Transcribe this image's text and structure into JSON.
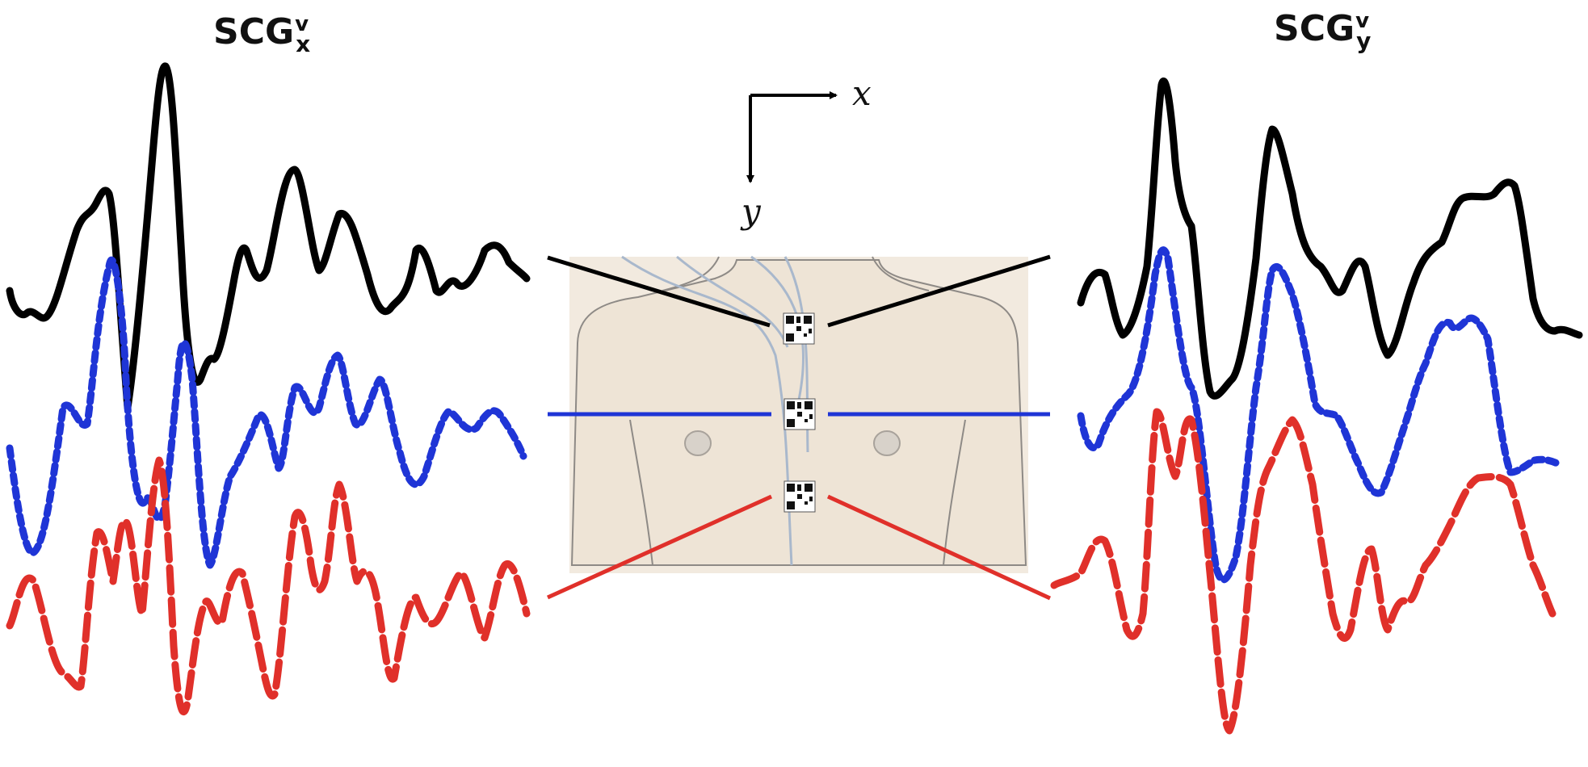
{
  "titles": {
    "left": {
      "base": "SCG",
      "sup": "v",
      "sub": "x"
    },
    "right": {
      "base": "SCG",
      "sup": "v",
      "sub": "y"
    }
  },
  "axes": {
    "x_label": "x",
    "y_label": "y"
  },
  "colors": {
    "top_sensor": "#000000",
    "middle_sensor": "#1f35d6",
    "bottom_sensor": "#e0302a",
    "skin": "#f2eadf",
    "outline": "#8e8a86",
    "wire": "#a9b8cc"
  },
  "icons": [
    "sensor-qr-icon",
    "nipple-icon",
    "axis-arrow-icon"
  ]
}
